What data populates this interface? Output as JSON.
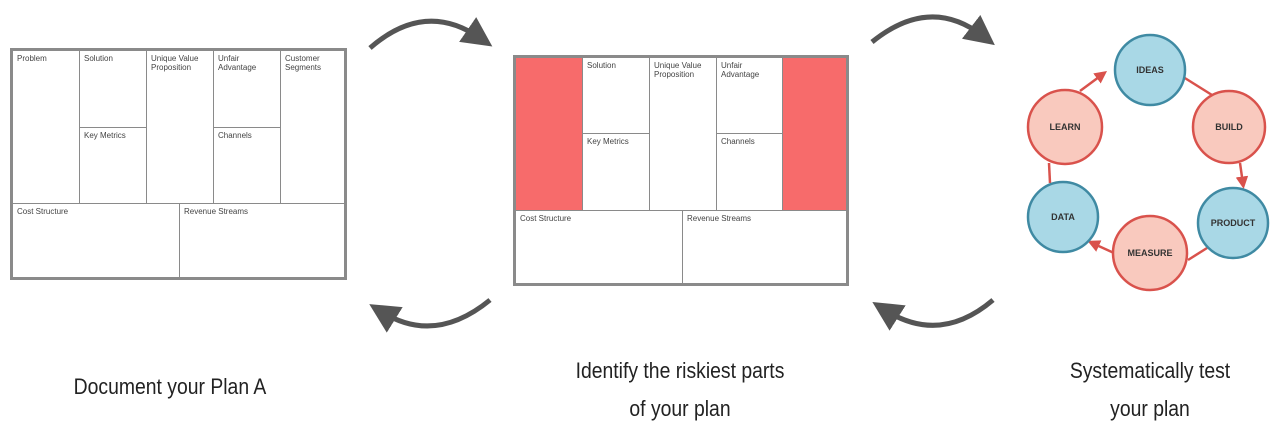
{
  "canvas_labels": {
    "problem": "Problem",
    "solution": "Solution",
    "uvp": "Unique Value Proposition",
    "unfair": "Unfair Advantage",
    "segments": "Customer Segments",
    "metrics": "Key Metrics",
    "channels": "Channels",
    "cost": "Cost Structure",
    "revenue": "Revenue Streams"
  },
  "cycle": [
    "IDEAS",
    "BUILD",
    "PRODUCT",
    "MEASURE",
    "DATA",
    "LEARN"
  ],
  "captions": {
    "step1": "Document your Plan A",
    "step2_line1": "Identify the riskiest parts",
    "step2_line2": "of your plan",
    "step3_line1": "Systematically test",
    "step3_line2": "your plan"
  },
  "colors": {
    "risk_red": "#f76b6b",
    "blue": "#a9d8e6",
    "pink": "#f9c9be",
    "stroke_red": "#d9524c",
    "stroke_blue": "#3f8aa3",
    "arrow": "#555555"
  }
}
